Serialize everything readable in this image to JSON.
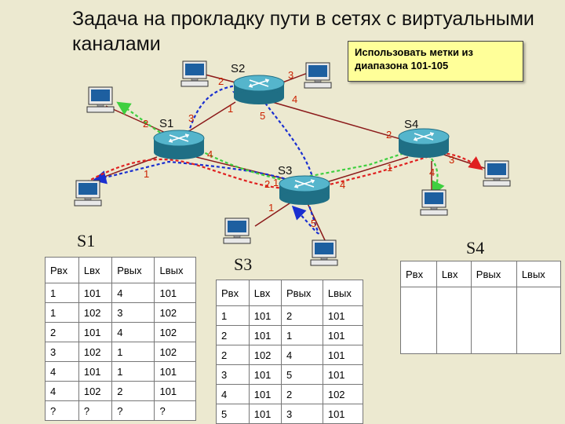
{
  "title": "Задача на прокладку пути в сетях с виртуальными каналами",
  "note": "Использовать метки из диапазона 101-105",
  "switches": [
    {
      "name": "S1"
    },
    {
      "name": "S2"
    },
    {
      "name": "S3"
    },
    {
      "name": "S4"
    }
  ],
  "port_labels": {
    "s1": [
      "1",
      "2",
      "3",
      "4"
    ],
    "s2": [
      "1",
      "2",
      "3",
      "4",
      "5"
    ],
    "s3": [
      "1",
      "1",
      "2",
      "4",
      "5"
    ],
    "s4": [
      "1",
      "2",
      "3",
      "4"
    ]
  },
  "tables": {
    "s1": {
      "label": "S1",
      "headers": [
        "Рвх",
        "Lвх",
        "Рвых",
        "Lвых"
      ],
      "rows": [
        [
          "1",
          "101",
          "4",
          "101"
        ],
        [
          "1",
          "102",
          "3",
          "102"
        ],
        [
          "2",
          "101",
          "4",
          "102"
        ],
        [
          "3",
          "102",
          "1",
          "102"
        ],
        [
          "4",
          "101",
          "1",
          "101"
        ],
        [
          "4",
          "102",
          "2",
          "101"
        ],
        [
          "?",
          "?",
          "?",
          "?"
        ]
      ]
    },
    "s3": {
      "label": "S3",
      "headers": [
        "Рвх",
        "Lвх",
        "Рвых",
        "Lвых"
      ],
      "rows": [
        [
          "1",
          "101",
          "2",
          "101"
        ],
        [
          "2",
          "101",
          "1",
          "101"
        ],
        [
          "2",
          "102",
          "4",
          "101"
        ],
        [
          "3",
          "101",
          "5",
          "101"
        ],
        [
          "4",
          "101",
          "2",
          "102"
        ],
        [
          "5",
          "101",
          "3",
          "101"
        ]
      ]
    },
    "s4": {
      "label": "S4",
      "headers": [
        "Рвх",
        "Lвх",
        "Рвых",
        "Lвых"
      ],
      "rows": []
    }
  },
  "colors": {
    "background": "#ece9d0",
    "link": "#8b1a1a",
    "port_label": "#cc2200",
    "path_blue": "#1a2fd0",
    "path_green": "#3fcf3f",
    "path_red": "#e02020",
    "router": "#2f8fa8",
    "note": "#ffff99"
  },
  "icons": [
    "router-icon",
    "computer-icon"
  ]
}
